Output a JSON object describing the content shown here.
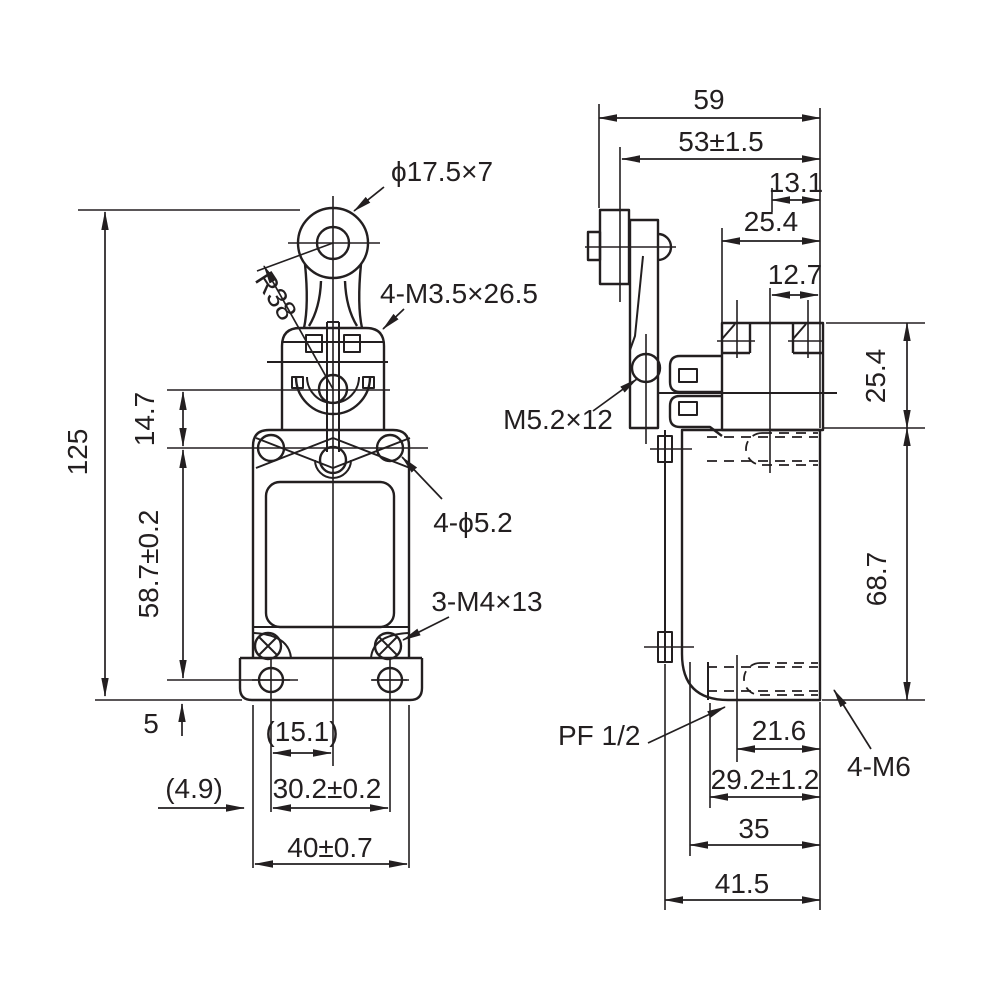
{
  "colors": {
    "background": "#ffffff",
    "line": "#231f20"
  },
  "front_view": {
    "roller_dia": "ϕ17.5×7",
    "lever_radius": "R38",
    "head_screws": "4-M3.5×26.5",
    "overall_height": "125",
    "head_to_hole": "14.7",
    "hole_spacing_v": "58.7±0.2",
    "foot_height": "5",
    "half_spacing": "(15.1)",
    "hole_spacing_h": "30.2±0.2",
    "body_width": "40±0.7",
    "foot_offset": "(4.9)",
    "mount_holes": "4-ϕ5.2",
    "cover_screws": "3-M4×13"
  },
  "side_view": {
    "overall_depth": "59",
    "roller_center_depth": "53±1.5",
    "top_offset": "13.1",
    "head_depth": "25.4",
    "screw_offset": "12.7",
    "head_height": "25.4",
    "body_height": "68.7",
    "conduit_offset": "21.6",
    "conduit_center": "29.2±1.2",
    "body_depth": "35",
    "bracket_depth": "41.5",
    "conduit_thread": "PF 1/2",
    "lever_screw": "M5.2×12",
    "mount_thread": "4-M6"
  }
}
